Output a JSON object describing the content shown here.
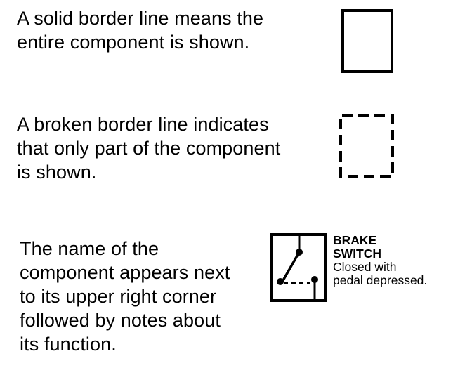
{
  "legend": {
    "solid": {
      "lines": [
        "A solid border line means the",
        "entire component is shown."
      ]
    },
    "broken": {
      "lines": [
        "A broken border line indicates",
        "that only part of the component",
        "is shown."
      ]
    },
    "naming": {
      "lines": [
        "The name of the",
        "component appears next",
        "to its upper right corner",
        "followed by notes about",
        "its function."
      ]
    }
  },
  "example": {
    "component_name": [
      "BRAKE",
      "SWITCH"
    ],
    "notes": [
      "Closed with",
      "pedal depressed."
    ]
  }
}
